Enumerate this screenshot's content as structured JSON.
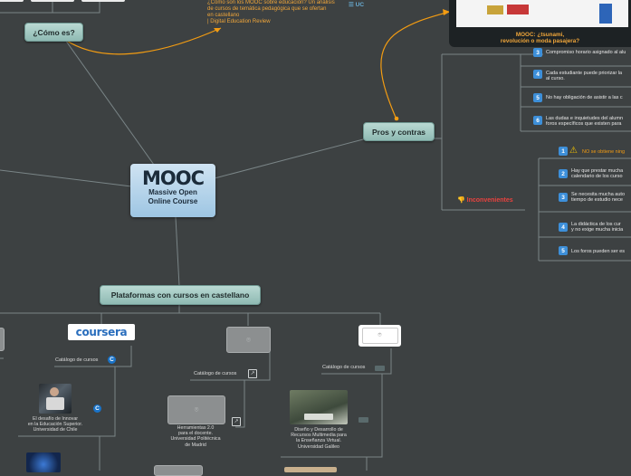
{
  "central": {
    "logo": "MOOC",
    "line1": "Massive Open",
    "line2": "Online Course"
  },
  "topics": {
    "como_es": "¿Cómo es?",
    "pros_contras": "Pros y contras",
    "plataformas": "Plataformas con cursos en castellano"
  },
  "article": {
    "line1": "¿Cómo son los MOOC sobre educación? Un análisis",
    "line2": "de cursos de  temática pedagógica que se ofertan",
    "line3": "en castellano",
    "line4": "| Digital Education Review",
    "tag": "UC"
  },
  "image_caption": {
    "line1": "MOOC: ¿tsunami,",
    "line2": "revolución o moda pasajera?"
  },
  "pros": [
    {
      "n": "3",
      "text": "Compromiso horario asignado al alu"
    },
    {
      "n": "4",
      "text": "Cada estudiante puede priorizar la",
      "text2": "al curso."
    },
    {
      "n": "5",
      "text": "No hay obligación de asistir a las c"
    },
    {
      "n": "6",
      "text": "Las dudas e inquietudes del alumn",
      "text2": "foros específicos que existen para"
    }
  ],
  "inconvenientes": {
    "label": "Inconvenientes",
    "items": [
      {
        "n": "1",
        "text": "NO se obtiene ning"
      },
      {
        "n": "2",
        "text": "Hay que prestar mucha",
        "text2": "calendario de los curso"
      },
      {
        "n": "3",
        "text": "Se necesita mucha auto",
        "text2": "tiempo de estudio nece"
      },
      {
        "n": "4",
        "text": "La didáctica de los cur",
        "text2": "y no exige mucha inicia"
      },
      {
        "n": "5",
        "text": "Los foros pueden ser es"
      }
    ]
  },
  "platforms": {
    "coursera_logo": "coursera",
    "catalog": "Catálogo de cursos",
    "caption_innovar": {
      "l1": "El desafío de Innovar",
      "l2": "en la Educación Superior.",
      "l3": "Universidad de Chile"
    },
    "caption_herramientas": {
      "l1": "Herramientas 2.0",
      "l2": "para el docente.",
      "l3": "Universidad Politécnica",
      "l4": "de Madrid"
    },
    "caption_diseno": {
      "l1": "Diseño y Desarrollo de",
      "l2": "Recursos  Multimedia para",
      "l3": "la Enseñanza Virtual.",
      "l4": "Universidad Galileo"
    }
  },
  "colors": {
    "background": "#3d4142",
    "connector_orange": "#f39c12",
    "topic_fill": "#a7cbc5",
    "accent_blue": "#3d8fd9"
  }
}
